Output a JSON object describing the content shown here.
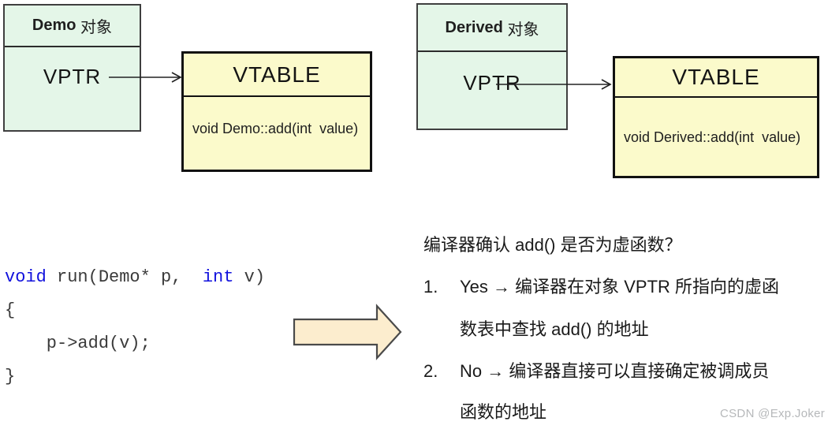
{
  "colors": {
    "object-fill": "#e4f6e8",
    "vtable-fill": "#fbfacb",
    "arrow-fill": "#fcedce",
    "keyword-blue": "#1212dd",
    "code-gray": "#3a3a3a",
    "watermark-gray": "#b6b8ba"
  },
  "demo": {
    "object_title_name": "Demo",
    "object_title_suffix": " 对象",
    "slot": "VPTR",
    "vtable_title": "VTABLE",
    "vtable_entry": "void Demo::add(int  value)"
  },
  "derived": {
    "object_title_name": "Derived",
    "object_title_suffix": " 对象",
    "slot": "VPTR",
    "vtable_title": "VTABLE",
    "vtable_entry": "void Derived::add(int  value)"
  },
  "code": {
    "lines": [
      {
        "tokens": [
          {
            "text": "void",
            "type": "keyword"
          },
          {
            "text": " run(Demo* p,  ",
            "type": "plain"
          },
          {
            "text": "int",
            "type": "keyword"
          },
          {
            "text": " v)",
            "type": "plain"
          }
        ]
      },
      {
        "text": "{"
      },
      {
        "text": "    p->add(v);"
      },
      {
        "text": "}"
      }
    ]
  },
  "explanation": {
    "intro": "编译器确认 add() 是否为虚函数？",
    "items": [
      {
        "num": "1.",
        "line1": "Yes → 编译器在对象 VPTR 所指向的虚函",
        "line2": "数表中查找 add() 的地址"
      },
      {
        "num": "2.",
        "line1": "No → 编译器直接可以直接确定被调成员",
        "line2": "函数的地址"
      }
    ]
  },
  "watermark": "CSDN @Exp.Joker"
}
